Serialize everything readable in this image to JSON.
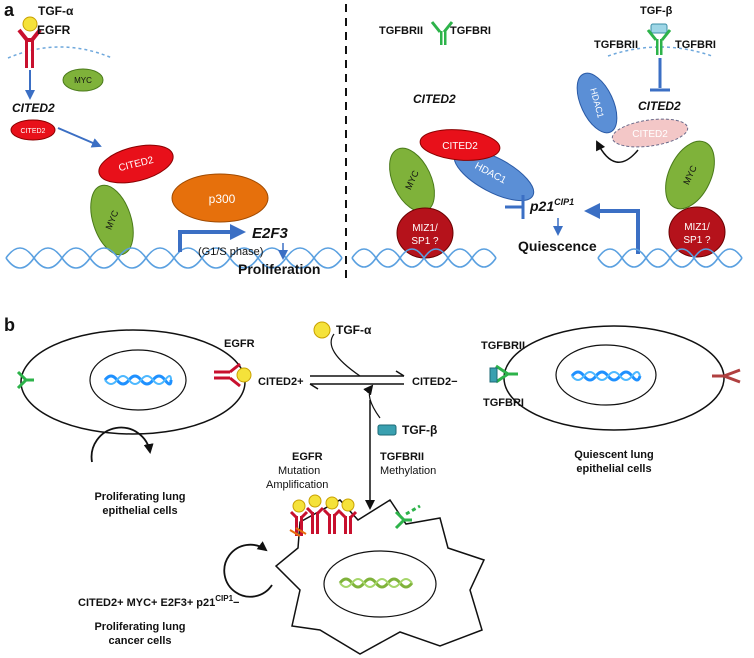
{
  "panel_a": {
    "label": "a",
    "left": {
      "tgf_alpha": "TGF-α",
      "egfr": "EGFR",
      "myc": "MYC",
      "cited2_gene": "CITED2",
      "cited2_protein": "CITED2",
      "cited2_complex": "CITED2",
      "p300": "p300",
      "myc_complex": "MYC",
      "e2f3": "E2F3",
      "g1s": "(G1/S phase)",
      "proliferation": "Proliferation"
    },
    "right": {
      "tgfbrii_left": "TGFBRII",
      "tgfbri_left": "TGFBRI",
      "tgf_beta": "TGF-β",
      "tgfbrii_right": "TGFBRII",
      "tgfbri_right": "TGFBRI",
      "cited2_gene_left": "CITED2",
      "cited2_gene_right": "CITED2",
      "hdac1_free": "HDAC1",
      "cited2_left": "CITED2",
      "hdac1_left": "HDAC1",
      "myc_left": "MYC",
      "miz1_left": "MIZ1/",
      "sp1_left": "SP1 ?",
      "p21": "p21",
      "p21_sup": "CIP1",
      "quiescence": "Quiescence",
      "cited2_faded": "CITED2",
      "myc_right": "MYC",
      "miz1_right": "MIZ1/",
      "sp1_right": "SP1 ?"
    }
  },
  "panel_b": {
    "label": "b",
    "egfr": "EGFR",
    "proliferating_cells_line1": "Proliferating lung",
    "proliferating_cells_line2": "epithelial cells",
    "tgf_alpha": "TGF-α",
    "cited2_plus": "CITED2+",
    "cited2_minus": "CITED2−",
    "tgf_beta": "TGF-β",
    "egfr_mut": "EGFR",
    "mutation": "Mutation",
    "amplification": "Amplification",
    "tgfbrii_mut": "TGFBRII",
    "methylation": "Methylation",
    "tgfbrii": "TGFBRII",
    "tgfbri": "TGFBRI",
    "quiescent_line1": "Quiescent lung",
    "quiescent_line2": "epithelial cells",
    "markers": "CITED2+  MYC+  E2F3+  p21",
    "markers_sup": "CIP1",
    "markers_end": "−",
    "cancer_line1": "Proliferating lung",
    "cancer_line2": "cancer cells"
  },
  "colors": {
    "egfr_red": "#c8102e",
    "cited2_red": "#e8101a",
    "myc_green": "#7fb23a",
    "p300_orange": "#e6700c",
    "hdac_blue": "#5b8fd6",
    "miz_red": "#b5121b",
    "receptor_green": "#2db34a",
    "arrow_blue": "#3b6fc4",
    "dna_blue": "#5aa0e0",
    "ligand_yellow": "#f5e23a",
    "faded_pink": "#f3c7c7"
  }
}
